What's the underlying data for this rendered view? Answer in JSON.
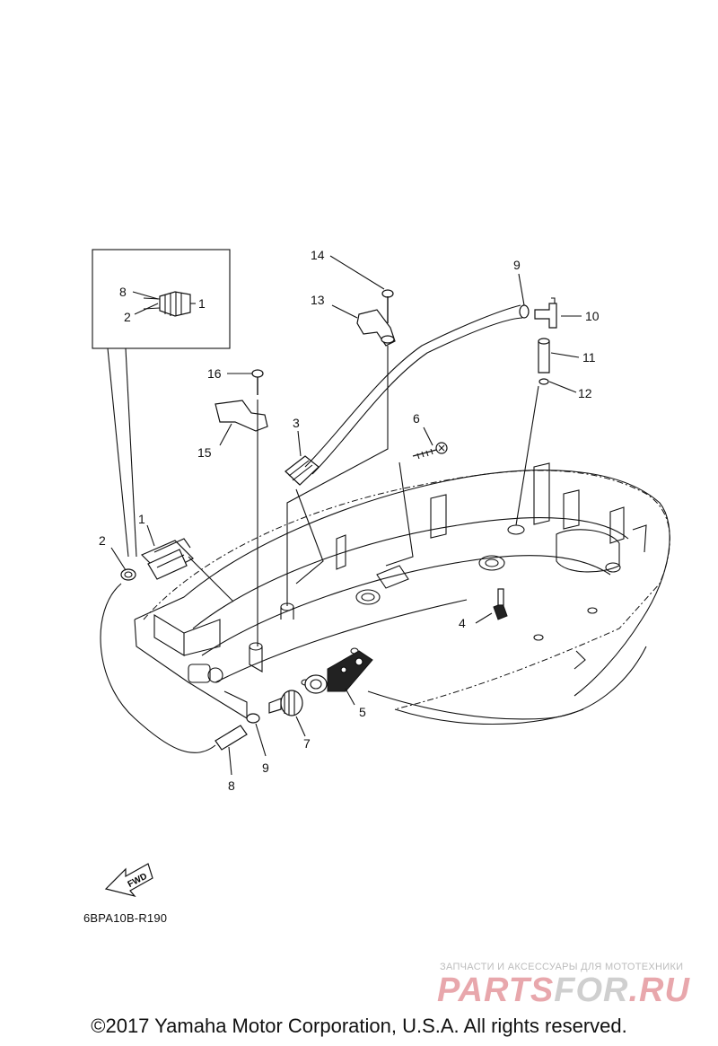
{
  "diagram": {
    "callouts": {
      "inset_1": "1",
      "inset_2": "2",
      "inset_8": "8",
      "n1": "1",
      "n2": "2",
      "n3": "3",
      "n4": "4",
      "n5": "5",
      "n6": "6",
      "n7": "7",
      "n8": "8",
      "n9a": "9",
      "n9b": "9",
      "n10": "10",
      "n11": "11",
      "n12": "12",
      "n13": "13",
      "n14": "14",
      "n15": "15",
      "n16": "16"
    },
    "fwd_arrow_label": "FWD",
    "drawing_code": "6BPA10B-R190"
  },
  "watermark": {
    "tagline": "ЗАПЧАСТИ И АКСЕССУАРЫ ДЛЯ МОТОТЕХНИКИ",
    "logo_part1": "PARTS",
    "logo_part2": "FOR",
    "logo_part3": ".RU"
  },
  "footer": {
    "copyright": "©2017 Yamaha Motor Corporation, U.S.A. All rights reserved."
  }
}
